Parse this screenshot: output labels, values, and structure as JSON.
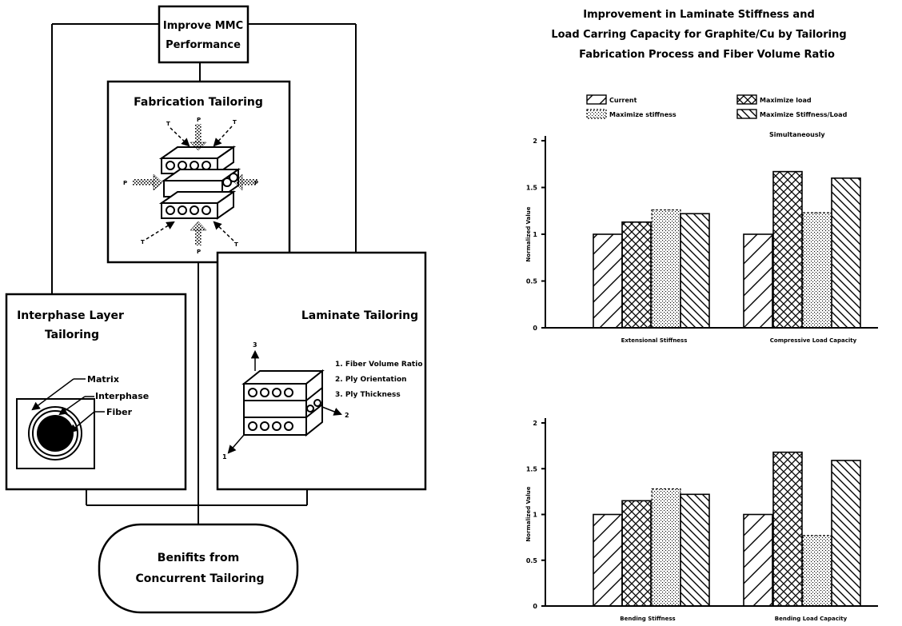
{
  "flowchart": {
    "top_box": [
      "Improve MMC",
      "Performance"
    ],
    "fabrication": {
      "title": "Fabrication Tailoring",
      "marks": [
        "T",
        "P",
        "T",
        "P",
        "P",
        "T",
        "P",
        "T"
      ]
    },
    "interphase": {
      "title": [
        "Interphase Layer",
        "Tailoring"
      ],
      "labels": [
        "Matrix",
        "Interphase",
        "Fiber"
      ]
    },
    "laminate": {
      "title": "Laminate Tailoring",
      "list": [
        "1. Fiber Volume Ratio",
        "2. Ply Orientation",
        "3. Ply Thickness"
      ],
      "axes": [
        "3",
        "2",
        "1"
      ]
    },
    "bottom_box": [
      "Benifits from",
      "Concurrent Tailoring"
    ]
  },
  "chart_title": [
    "Improvement in Laminate Stiffness and",
    "Load Carring Capacity for Graphite/Cu by Tailoring",
    "Fabrication Process and Fiber Volume Ratio"
  ],
  "legend": [
    {
      "label": "Current",
      "pattern": "diag-right"
    },
    {
      "label": "Maximize stiffness",
      "pattern": "dots"
    },
    {
      "label": "Maximize load",
      "pattern": "crosshatch"
    },
    {
      "label": "Maximize Stiffness/Load",
      "label2": "Simultaneously",
      "pattern": "diag-left"
    }
  ],
  "chart_data": [
    {
      "type": "bar",
      "categories": [
        "Extensional Stiffness",
        "Compressive Load Capacity"
      ],
      "series": [
        {
          "name": "Current",
          "values": [
            1.0,
            1.0
          ]
        },
        {
          "name": "Maximize load",
          "values": [
            1.13,
            1.67
          ]
        },
        {
          "name": "Maximize stiffness",
          "values": [
            1.26,
            1.23
          ]
        },
        {
          "name": "Maximize Stiffness/Load Simultaneously",
          "values": [
            1.22,
            1.6
          ]
        }
      ],
      "ylabel": "Normalized Value",
      "ylim": [
        0,
        2
      ],
      "yticks": [
        "0",
        "0.5",
        "1",
        "1.5",
        "2"
      ]
    },
    {
      "type": "bar",
      "categories": [
        "Bending Stiffness",
        "Bending Load Capacity"
      ],
      "series": [
        {
          "name": "Current",
          "values": [
            1.0,
            1.0
          ]
        },
        {
          "name": "Maximize load",
          "values": [
            1.15,
            1.68
          ]
        },
        {
          "name": "Maximize stiffness",
          "values": [
            1.28,
            0.77
          ]
        },
        {
          "name": "Maximize Stiffness/Load Simultaneously",
          "values": [
            1.22,
            1.59
          ]
        }
      ],
      "ylabel": "Normalized Value",
      "ylim": [
        0,
        2
      ],
      "yticks": [
        "0",
        "0.5",
        "1",
        "1.5",
        "2"
      ]
    }
  ]
}
